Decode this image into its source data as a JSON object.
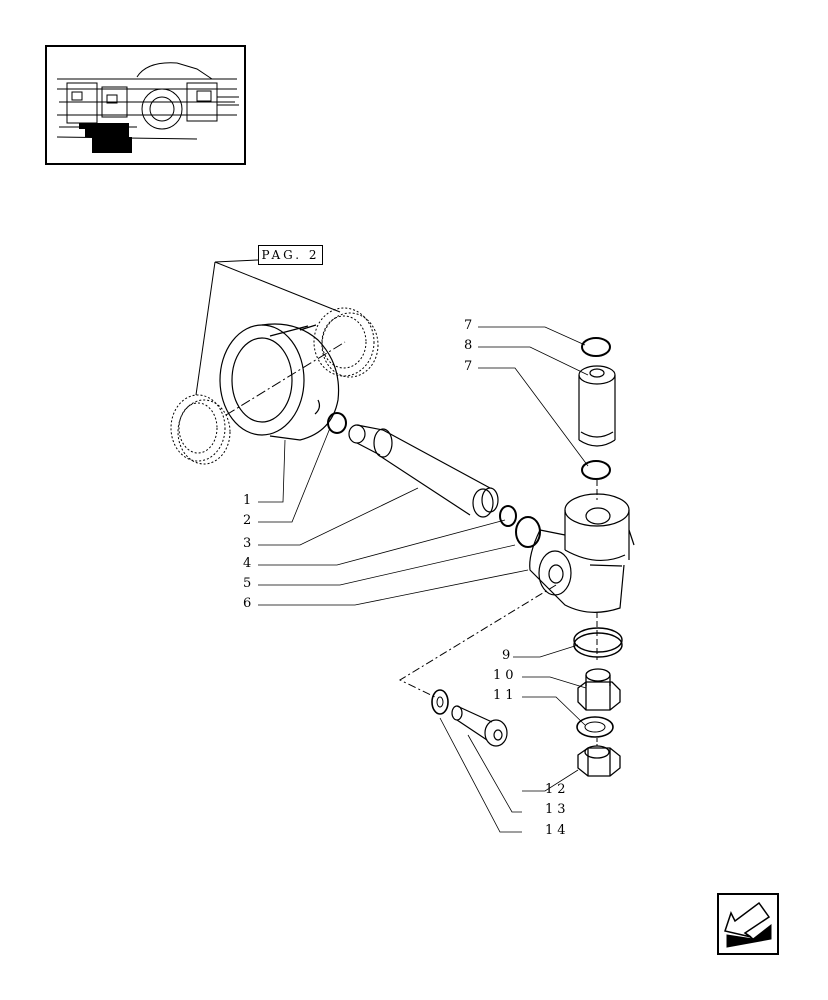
{
  "reference_label": "PAG. 2",
  "callouts": [
    {
      "id": "c1",
      "label": "1"
    },
    {
      "id": "c2",
      "label": "2"
    },
    {
      "id": "c3",
      "label": "3"
    },
    {
      "id": "c4",
      "label": "4"
    },
    {
      "id": "c5",
      "label": "5"
    },
    {
      "id": "c6",
      "label": "6"
    },
    {
      "id": "c7a",
      "label": "7"
    },
    {
      "id": "c8",
      "label": "8"
    },
    {
      "id": "c7b",
      "label": "7"
    },
    {
      "id": "c9",
      "label": "9"
    },
    {
      "id": "c10",
      "label": "10"
    },
    {
      "id": "c11",
      "label": "11"
    },
    {
      "id": "c12",
      "label": "12"
    },
    {
      "id": "c13",
      "label": "13"
    },
    {
      "id": "c14",
      "label": "14"
    }
  ],
  "icons": {
    "thumbnail": "assembly-locator-thumbnail",
    "navigation": "back-arrow-icon"
  }
}
